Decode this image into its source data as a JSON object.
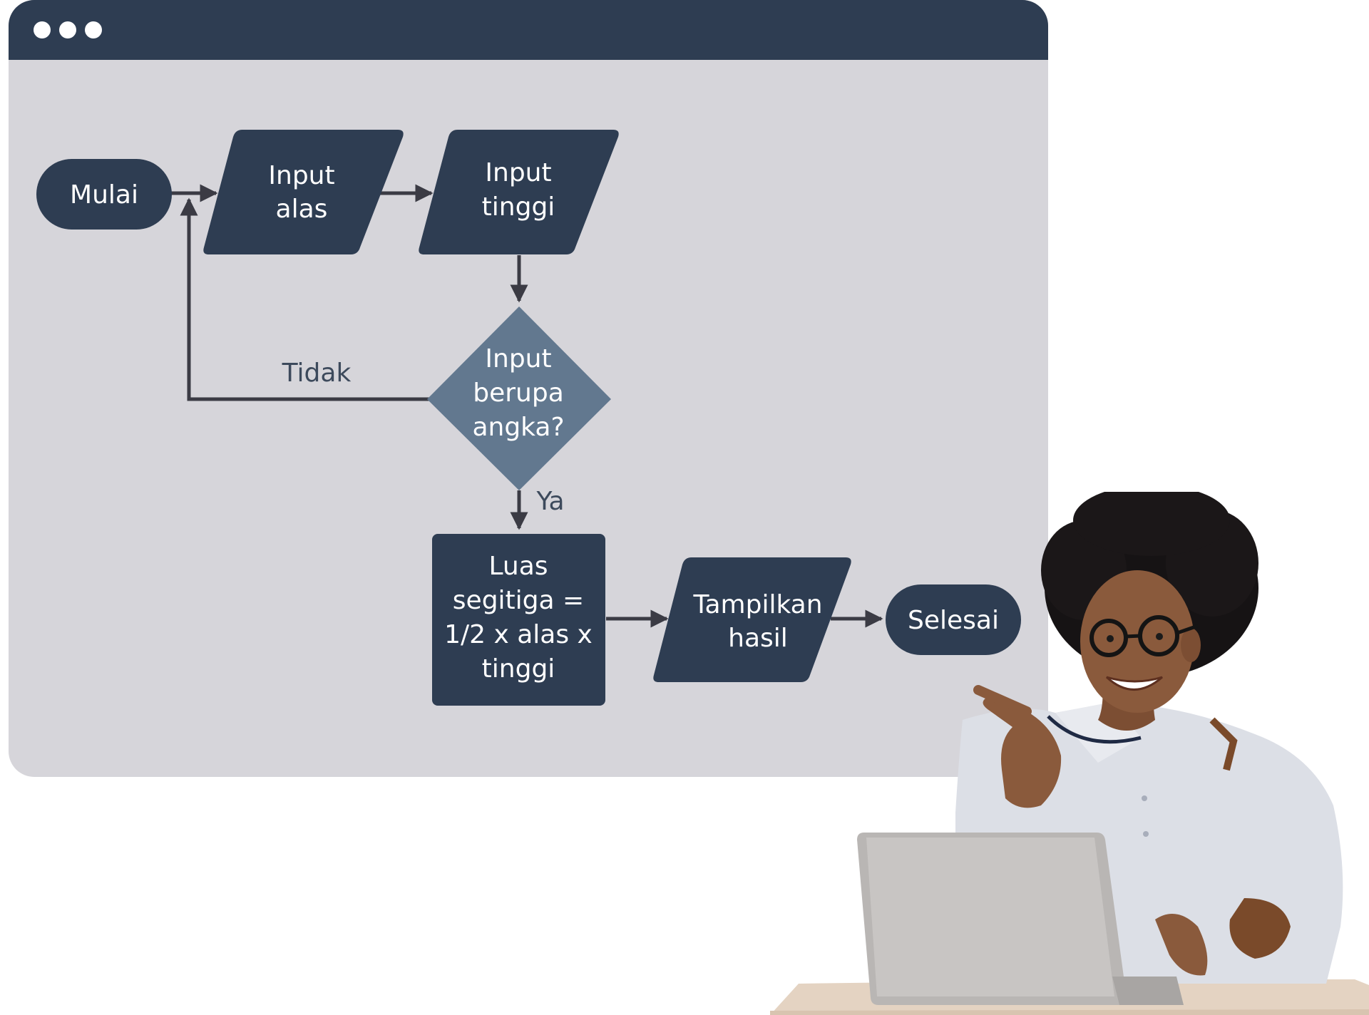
{
  "window": {
    "titlebar_dots": [
      "window-dot-1",
      "window-dot-2",
      "window-dot-3"
    ]
  },
  "flowchart": {
    "start": "Mulai",
    "input_base": [
      "Input",
      "alas"
    ],
    "input_height": [
      "Input",
      "tinggi"
    ],
    "decision": [
      "Input",
      "berupa",
      "angka?"
    ],
    "process": [
      "Luas",
      "segitiga =",
      "1/2 x alas x",
      "tinggi"
    ],
    "output": [
      "Tampilkan",
      "hasil"
    ],
    "end": "Selesai",
    "label_no": "Tidak",
    "label_yes": "Ya"
  },
  "colors": {
    "window_bg": "#d6d5da",
    "titlebar": "#2e3d52",
    "node_dark": "#2e3d52",
    "node_decision": "#62788f",
    "arrow": "#3b3b44",
    "edge_label": "#3d4a5c"
  },
  "illustration": {
    "subject": "smiling-man-pointing-with-laptop"
  }
}
